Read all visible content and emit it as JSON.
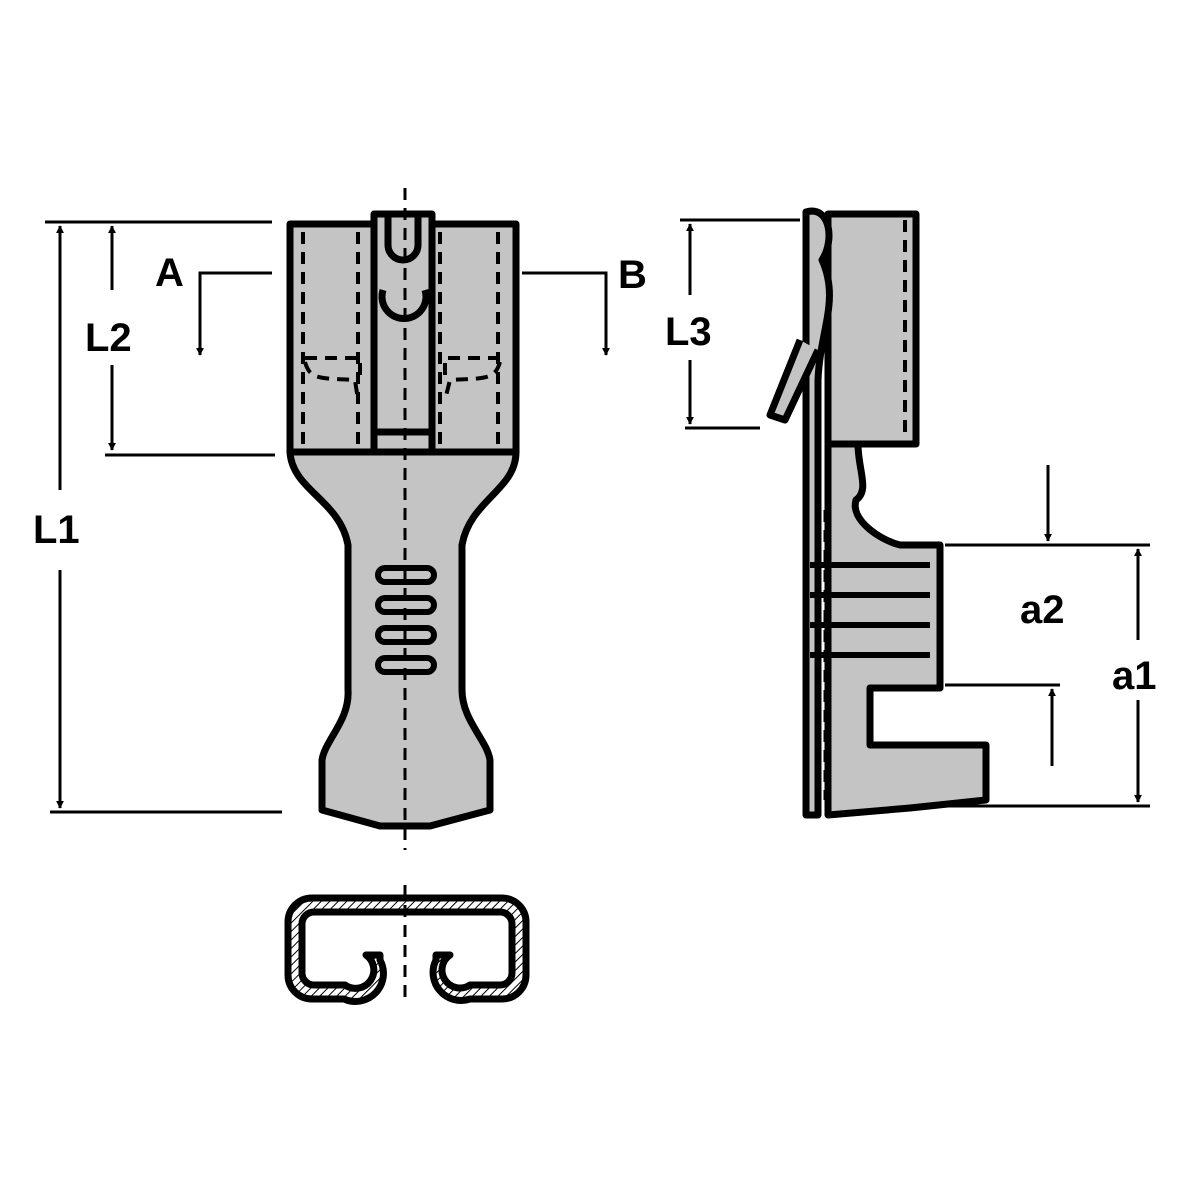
{
  "labels": {
    "A": "A",
    "B": "B",
    "L1": "L1",
    "L2": "L2",
    "L3": "L3",
    "a1": "a1",
    "a2": "a2"
  },
  "colors": {
    "fill": "#c4c4c4",
    "line": "#000000"
  }
}
